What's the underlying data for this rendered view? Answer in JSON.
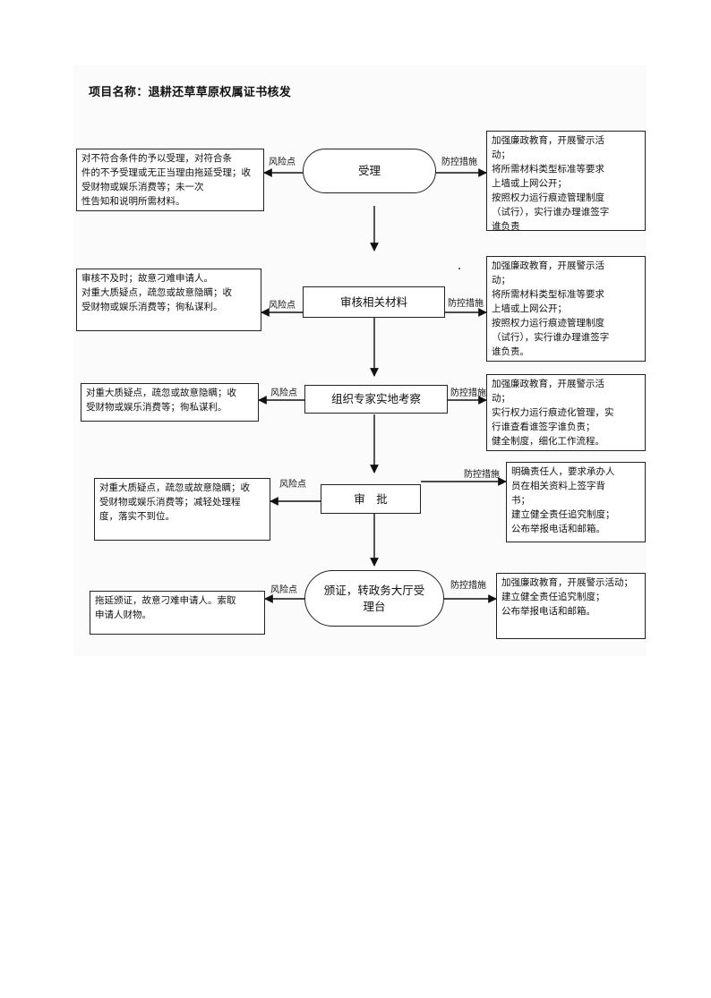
{
  "title": "项目名称：退耕还草草原权属证书核发",
  "edge_labels": {
    "risk": "风险点",
    "control": "防控措施"
  },
  "steps": [
    {
      "node": "受理",
      "risk": [
        "对不符合条件的予以受理，对符合条",
        "件的不予受理或无正当理由拖延受理；收受财物或娱乐消费等；未一次",
        "性告知和说明所需材料。"
      ],
      "control": [
        "加强廉政教育，开展警示活",
        "动；",
        "将所需材料类型标准等要求",
        "上墙或上网公开；",
        "按照权力运行痕迹管理制度",
        "（试行），实行谁办理谁签字",
        "谁负责"
      ]
    },
    {
      "node": "审核相关材料",
      "risk": [
        "审核不及时；故意刁难申请人。",
        "对重大质疑点，疏忽或故意隐瞒；收",
        "受财物或娱乐消费等；徇私谋利。"
      ],
      "control": [
        "加强廉政教育，开展警示活",
        "动；",
        "将所需材料类型标准等要求",
        "上墙或上网公开；",
        "按照权力运行痕迹管理制度",
        "（试行），实行谁办理谁签字",
        "谁负责。"
      ]
    },
    {
      "node": "组织专家实地考察",
      "risk": [
        "对重大质疑点，疏忽或故意隐瞒；收",
        "受财物或娱乐消费等；徇私谋利。"
      ],
      "control": [
        "加强廉政教育，开展警示活",
        "动；",
        "实行权力运行痕迹化管理，实",
        "行谁查看谁签字谁负责；",
        "健全制度，细化工作流程。"
      ]
    },
    {
      "node": "审　批",
      "risk": [
        "对重大质疑点，疏忽或故意隐瞒；收",
        "受财物或娱乐消费等；减轻处理程",
        "度，落实不到位。"
      ],
      "control": [
        "明确责任人，要求承办人",
        "员在相关资料上签字背",
        "书；",
        "建立健全责任追究制度；",
        "公布举报电话和邮箱。"
      ]
    },
    {
      "node": "颁证，转政务大厅受理台",
      "risk": [
        "拖延颁证，故意刁难申请人。索取",
        "申请人财物。"
      ],
      "control": [
        "加强廉政教育，开展警示活动；",
        "建立健全责任追究制度；",
        "公布举报电话和邮箱。"
      ]
    }
  ]
}
